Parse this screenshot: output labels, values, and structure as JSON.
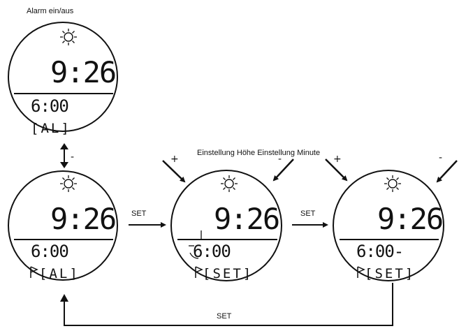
{
  "labels": {
    "alarm_toggle": "Alarm ein/aus",
    "set_1": "SET",
    "set_2": "SET",
    "set_loop": "SET",
    "adjust_title": "Einstellung Höhe Einstellung Minute"
  },
  "symbols": {
    "minus_alarm": "-",
    "plus_left": "+",
    "minus_mid": "-",
    "plus_right": "+",
    "minus_far": "-"
  },
  "watches": [
    {
      "time": "9:26",
      "alarm": "6:00",
      "mode": "[AL]",
      "icon": "sun-icon"
    },
    {
      "time": "9:26",
      "alarm": "6:00",
      "mode": "[AL]",
      "icon": "sun-icon",
      "marker": "flag-icon"
    },
    {
      "time": "9:26",
      "alarm": "6:00",
      "mode": "[SET]",
      "icon": "sun-icon",
      "marker": "flag-icon"
    },
    {
      "time": "9:26",
      "alarm": "6:00-",
      "mode": "[SET]",
      "icon": "sun-icon",
      "marker": "flag-icon"
    }
  ],
  "colors": {
    "ink": "#111111",
    "background": "#ffffff"
  }
}
